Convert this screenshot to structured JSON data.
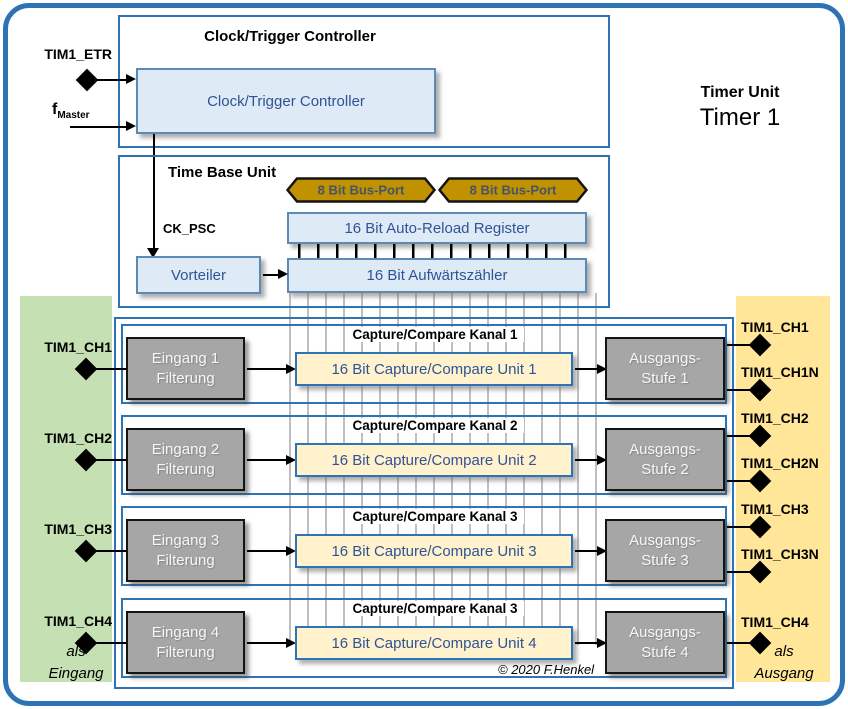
{
  "page_title": {
    "line1": "Timer Unit",
    "line2": "Timer 1"
  },
  "clock_trigger": {
    "title": "Clock/Trigger Controller",
    "block_label": "Clock/Trigger Controller"
  },
  "external_inputs": {
    "etr_label": "TIM1_ETR",
    "fmaster_base": "f",
    "fmaster_sub": "Master"
  },
  "time_base": {
    "title": "Time Base Unit",
    "bus_port_left": "8 Bit Bus-Port",
    "bus_port_right": "8 Bit Bus-Port",
    "auto_reload_label": "16 Bit Auto-Reload Register",
    "counter_label": "16 Bit Aufwärtszähler",
    "prescaler_label": "Vorteiler",
    "ck_psc_label": "CK_PSC"
  },
  "channels": [
    {
      "header": "Capture/Compare Kanal 1",
      "input_pin": "TIM1_CH1",
      "filter_line1": "Eingang 1",
      "filter_line2": "Filterung",
      "unit_label": "16 Bit Capture/Compare Unit 1",
      "output_line1": "Ausgangs-",
      "output_line2": "Stufe 1",
      "output_pins": [
        "TIM1_CH1",
        "TIM1_CH1N"
      ]
    },
    {
      "header": "Capture/Compare Kanal 2",
      "input_pin": "TIM1_CH2",
      "filter_line1": "Eingang 2",
      "filter_line2": "Filterung",
      "unit_label": "16 Bit Capture/Compare Unit 2",
      "output_line1": "Ausgangs-",
      "output_line2": "Stufe 2",
      "output_pins": [
        "TIM1_CH2",
        "TIM1_CH2N"
      ]
    },
    {
      "header": "Capture/Compare Kanal 3",
      "input_pin": "TIM1_CH3",
      "filter_line1": "Eingang 3",
      "filter_line2": "Filterung",
      "unit_label": "16 Bit Capture/Compare Unit 3",
      "output_line1": "Ausgangs-",
      "output_line2": "Stufe 3",
      "output_pins": [
        "TIM1_CH3",
        "TIM1_CH3N"
      ]
    },
    {
      "header": "Capture/Compare Kanal 3",
      "input_pin": "TIM1_CH4",
      "filter_line1": "Eingang 4",
      "filter_line2": "Filterung",
      "unit_label": "16 Bit Capture/Compare Unit 4",
      "output_line1": "Ausgangs-",
      "output_line2": "Stufe 4",
      "output_pins": [
        "TIM1_CH4"
      ]
    }
  ],
  "annotations": {
    "input_note_line1": "als",
    "input_note_line2": "Eingang",
    "output_note_line1": "als",
    "output_note_line2": "Ausgang",
    "copyright": "© 2020 F.Henkel"
  },
  "colors": {
    "frame_blue": "#2E74B5",
    "box_blue_fill": "#DEEAF6",
    "box_blue_border": "#5B8AB5",
    "blue_text": "#2F5496",
    "unit_yellow_fill": "#FFF2CC",
    "bus_port_gold": "#C09100",
    "bus_port_text": "#44546A",
    "block_gray": "#A6A6A6",
    "input_band_green": "#C5E0B3",
    "output_band_yellow": "#FFE699",
    "bus_line_gray": "#BFBFBF"
  }
}
